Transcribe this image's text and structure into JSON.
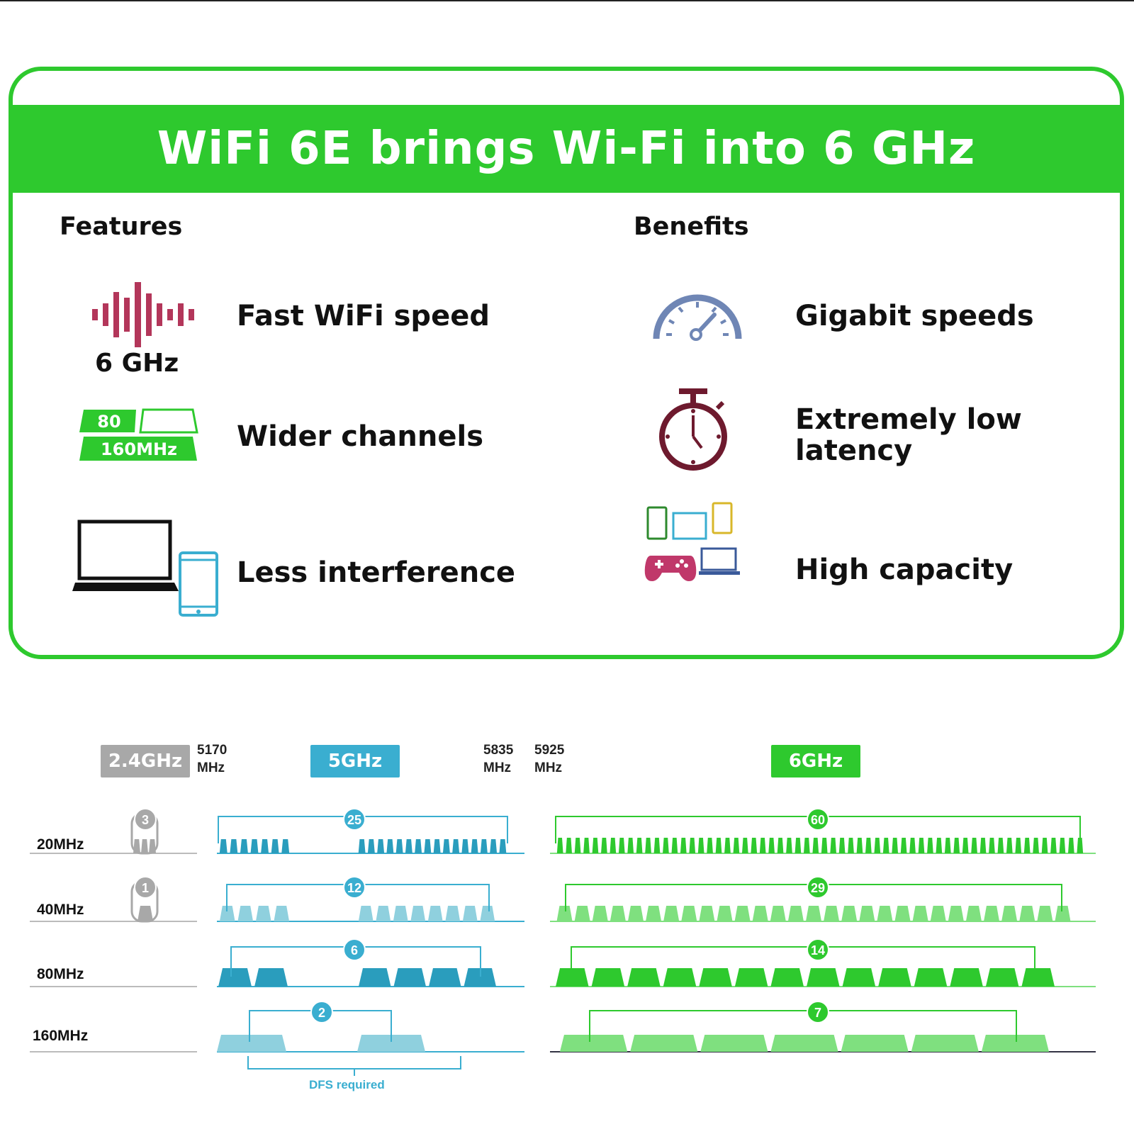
{
  "title": "WiFi 6E brings Wi-Fi into 6 GHz",
  "colors": {
    "green": "#2ec92e",
    "blue_dark": "#2a9dbd",
    "blue_light": "#8fd0de",
    "gray": "#a8a8a8",
    "crimson": "#b3365a",
    "maroon": "#6e1a2e",
    "gauge": "#6f86b5"
  },
  "features": {
    "heading": "Features",
    "items": [
      {
        "icon": "sound-wave-icon",
        "icon_label": "6 GHz",
        "text": "Fast WiFi speed"
      },
      {
        "icon": "channel-width-icon",
        "icon_labels": [
          "80",
          "160MHz"
        ],
        "text": "Wider channels"
      },
      {
        "icon": "laptop-phone-icon",
        "text": "Less interference"
      }
    ]
  },
  "benefits": {
    "heading": "Benefits",
    "items": [
      {
        "icon": "speedometer-icon",
        "text": "Gigabit speeds"
      },
      {
        "icon": "stopwatch-icon",
        "text": "Extremely low latency"
      },
      {
        "icon": "devices-icon",
        "text": "High capacity"
      }
    ]
  },
  "spectrum": {
    "bands": [
      {
        "name": "2.4GHz",
        "color": "#a8a8a8"
      },
      {
        "name": "5GHz",
        "color": "#3aaed0"
      },
      {
        "name": "6GHz",
        "color": "#2ec92e"
      }
    ],
    "frequency_markers": [
      {
        "value": "5170",
        "unit": "MHz"
      },
      {
        "value": "5835",
        "unit": "MHz"
      },
      {
        "value": "5925",
        "unit": "MHz"
      }
    ],
    "rows": [
      {
        "width": "20MHz",
        "count_24": "3",
        "count_5": "25",
        "count_6": "60"
      },
      {
        "width": "40MHz",
        "count_24": "1",
        "count_5": "12",
        "count_6": "29"
      },
      {
        "width": "80MHz",
        "count_5": "6",
        "count_6": "14"
      },
      {
        "width": "160MHz",
        "count_5": "2",
        "count_6": "7"
      }
    ],
    "dfs_note": "DFS required"
  }
}
